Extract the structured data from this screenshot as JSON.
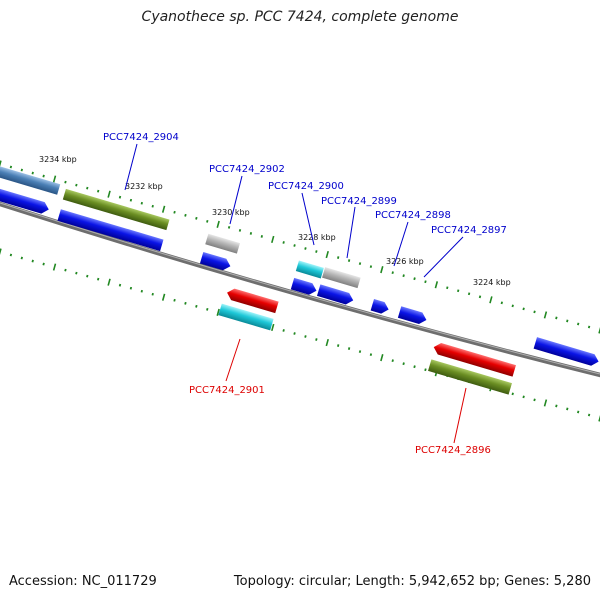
{
  "title": "Cyanothece sp. PCC 7424, complete genome",
  "footer": {
    "accession": "Accession: NC_011729",
    "summary": "Topology: circular; Length: 5,942,652 bp; Genes: 5,280"
  },
  "colors": {
    "plus_label": "#0000cc",
    "minus_label": "#dd0000",
    "backbone": "#777777",
    "ticks": "#228822",
    "blue": "#0a14e6",
    "olive": "#6b8e23",
    "gray": "#b4b4b4",
    "cyan": "#1ec8d8",
    "red": "#e60000",
    "steel": "#4a7fb5"
  },
  "scale_labels": [
    "3234 kbp",
    "3232 kbp",
    "3230 kbp",
    "3228 kbp",
    "3226 kbp",
    "3224 kbp"
  ],
  "gene_labels": {
    "g2904": "PCC7424_2904",
    "g2902": "PCC7424_2902",
    "g2900": "PCC7424_2900",
    "g2899": "PCC7424_2899",
    "g2898": "PCC7424_2898",
    "g2897": "PCC7424_2897",
    "g2901": "PCC7424_2901",
    "g2896": "PCC7424_2896"
  }
}
